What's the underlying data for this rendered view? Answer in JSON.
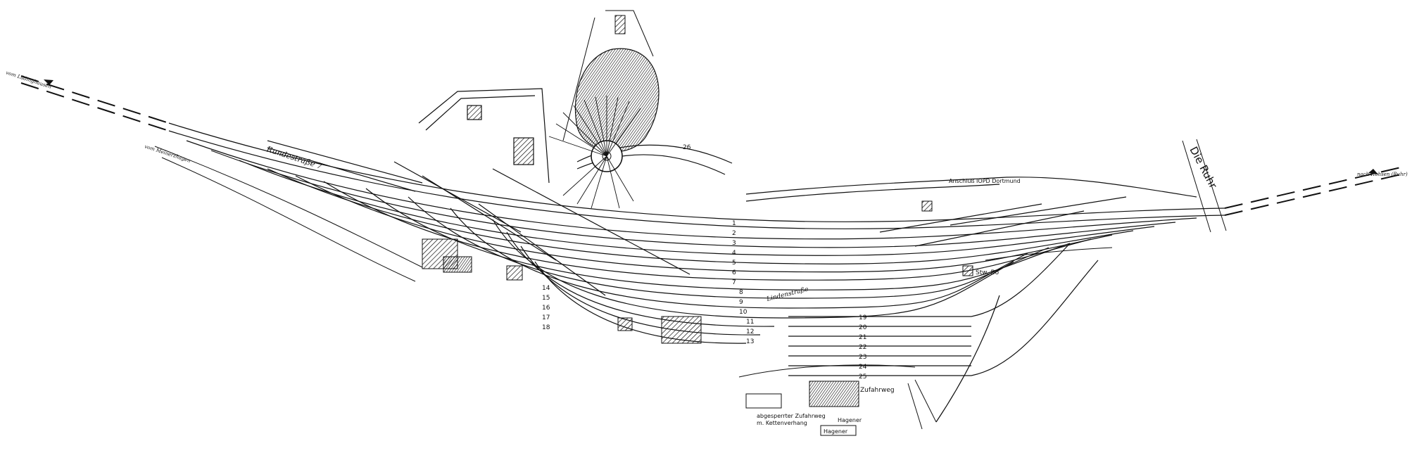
{
  "labels": {
    "river": "Die Ruhr",
    "road_main": "Rundestraße 7",
    "siding": "Anschluß IOPD Dortmund",
    "approach_road": "Zufahrweg",
    "closed_road_1": "abgesperrter Zufahrweg",
    "closed_road_2": "m. Kettenverhang",
    "hagener_1": "Hagener",
    "hagener_2": "Hagener",
    "street_right": "Lindenstraße",
    "signal_box": "Stw. Bo",
    "dir_left_top": "vom Lüdinghausen",
    "dir_left_bottom": "vom Meinerzhagen",
    "dir_right": "nach Hohsen (Ruhr)"
  },
  "track_numbers": [
    "1",
    "2",
    "3",
    "4",
    "5",
    "6",
    "7",
    "8",
    "9",
    "10",
    "11",
    "12",
    "13",
    "14",
    "15",
    "16",
    "17",
    "18",
    "19",
    "20",
    "21",
    "22",
    "23",
    "24",
    "25",
    "26"
  ],
  "colors": {
    "ink": "#111111",
    "paper": "#ffffff"
  }
}
